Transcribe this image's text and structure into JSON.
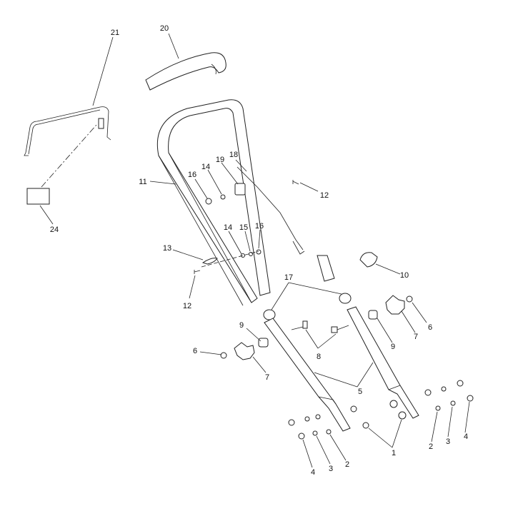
{
  "callouts": [
    {
      "id": "c-21",
      "text": "21"
    },
    {
      "id": "c-20",
      "text": "20"
    },
    {
      "id": "c-24",
      "text": "24"
    },
    {
      "id": "c-11",
      "text": "11"
    },
    {
      "id": "c-16a",
      "text": "16"
    },
    {
      "id": "c-14a",
      "text": "14"
    },
    {
      "id": "c-19",
      "text": "19"
    },
    {
      "id": "c-18",
      "text": "18"
    },
    {
      "id": "c-12a",
      "text": "12"
    },
    {
      "id": "c-14b",
      "text": "14"
    },
    {
      "id": "c-15",
      "text": "15"
    },
    {
      "id": "c-16b",
      "text": "16"
    },
    {
      "id": "c-13",
      "text": "13"
    },
    {
      "id": "c-12b",
      "text": "12"
    },
    {
      "id": "c-17",
      "text": "17"
    },
    {
      "id": "c-10",
      "text": "10"
    },
    {
      "id": "c-9a",
      "text": "9"
    },
    {
      "id": "c-9b",
      "text": "9"
    },
    {
      "id": "c-7a",
      "text": "7"
    },
    {
      "id": "c-7b",
      "text": "7"
    },
    {
      "id": "c-6a",
      "text": "6"
    },
    {
      "id": "c-6b",
      "text": "6"
    },
    {
      "id": "c-8",
      "text": "8"
    },
    {
      "id": "c-5",
      "text": "5"
    },
    {
      "id": "c-1",
      "text": "1"
    },
    {
      "id": "c-2a",
      "text": "2"
    },
    {
      "id": "c-3a",
      "text": "3"
    },
    {
      "id": "c-4a",
      "text": "4"
    },
    {
      "id": "c-2b",
      "text": "2"
    },
    {
      "id": "c-3b",
      "text": "3"
    },
    {
      "id": "c-4b",
      "text": "4"
    }
  ]
}
